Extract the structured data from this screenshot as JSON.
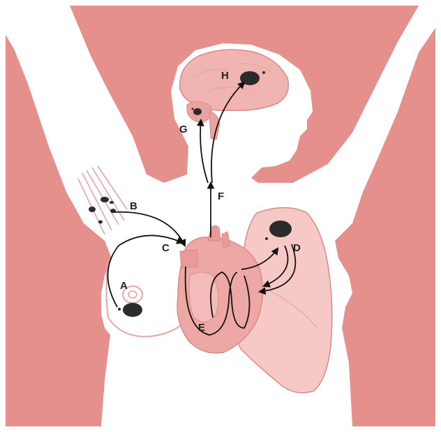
{
  "colors": {
    "background": "#e6908e",
    "silhouette": "#ffffff",
    "organ_fill": "#f0b4b1",
    "organ_fill_light": "#f6c9c6",
    "organ_outline": "#d98a87",
    "tumor": "#2b2b2b",
    "arrow": "#111111"
  },
  "labels": {
    "a": "A",
    "b": "B",
    "c": "C",
    "d": "D",
    "e": "E",
    "f": "F",
    "g": "G",
    "h": "H"
  }
}
